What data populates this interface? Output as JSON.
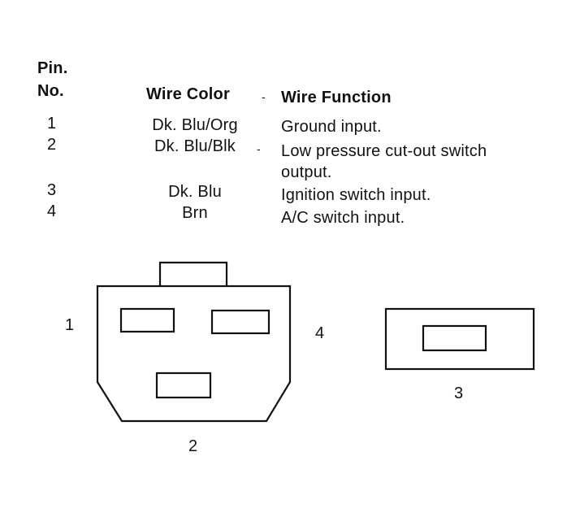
{
  "table": {
    "headers": {
      "pin_line1": "Pin.",
      "pin_line2": "No.",
      "wire_color": "Wire Color",
      "header_dash": "-",
      "wire_function": "Wire Function"
    },
    "rows": [
      {
        "pin": "1",
        "color": "Dk. Blu/Org",
        "dash": "",
        "function_line1": "Ground input.",
        "function_line2": ""
      },
      {
        "pin": "2",
        "color": "Dk. Blu/Blk",
        "dash": "-",
        "function_line1": "Low pressure cut-out switch",
        "function_line2": "output."
      },
      {
        "pin": "3",
        "color": "Dk. Blu",
        "dash": "",
        "function_line1": "Ignition switch input.",
        "function_line2": ""
      },
      {
        "pin": "4",
        "color": "Brn",
        "dash": "",
        "function_line1": "A/C switch input.",
        "function_line2": ""
      }
    ]
  },
  "connector_diagram": {
    "labels": {
      "pin1": "1",
      "pin2": "2",
      "pin3": "3",
      "pin4": "4"
    }
  },
  "colors": {
    "ink": "#111111",
    "background": "#ffffff"
  }
}
